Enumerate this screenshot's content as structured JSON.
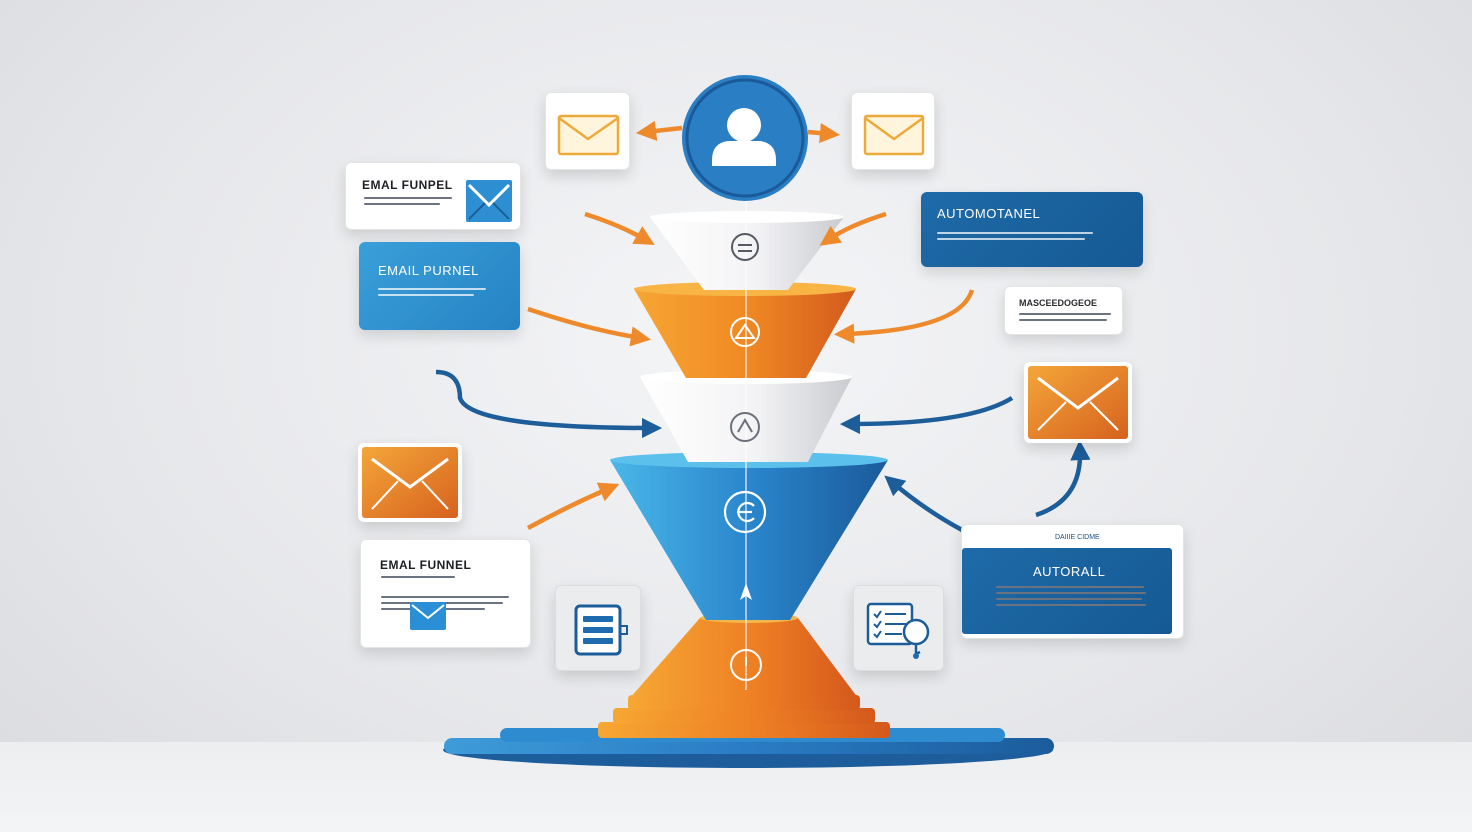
{
  "cards": {
    "top_left": {
      "title": "EMAL FUNPEL"
    },
    "mid_left": {
      "title": "EMAIL PURNEL"
    },
    "bottom_left": {
      "title": "EMAL FUNNEL"
    },
    "top_right": {
      "title": "AUTOMOTANEL"
    },
    "mid_right": {
      "title": "MASCEEDOGEOE"
    },
    "bottom_right": {
      "title": "AUTORALL",
      "header": "DAIIIE CIDME"
    }
  },
  "icons": {
    "top_center": "user-icon",
    "envelopes": [
      "envelope-icon",
      "envelope-icon",
      "envelope-icon",
      "envelope-icon"
    ],
    "document_tile": "document-list-icon",
    "checklist_tile": "checklist-icon"
  },
  "colors": {
    "blue_dark": "#1a5f9c",
    "blue_light": "#3aa4dc",
    "orange": "#f08a24",
    "orange_dark": "#d9641e",
    "white_tier": "#f7f7f8"
  }
}
